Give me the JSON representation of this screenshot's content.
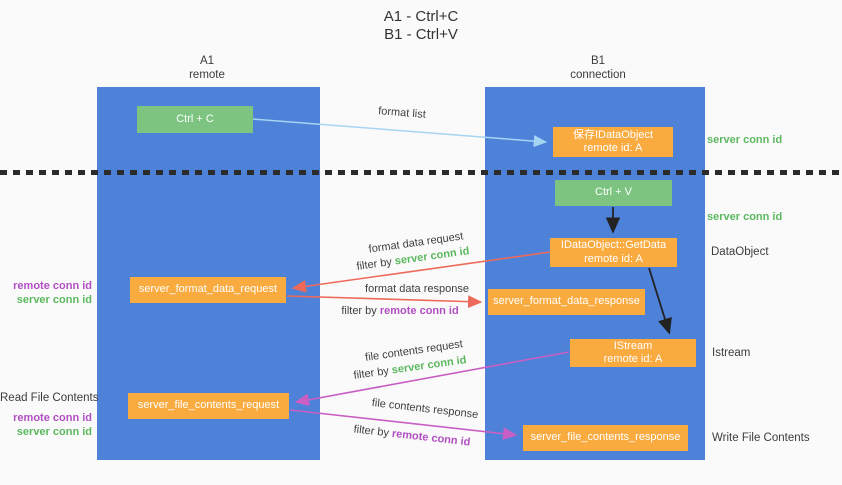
{
  "title": {
    "line1": "A1 - Ctrl+C",
    "line2": "B1 - Ctrl+V"
  },
  "lifelines": {
    "a1": {
      "name": "A1",
      "role": "remote"
    },
    "b1": {
      "name": "B1",
      "role": "connection"
    }
  },
  "nodes": {
    "ctrl_c": {
      "label": "Ctrl + C"
    },
    "ctrl_v": {
      "label": "Ctrl + V"
    },
    "save_idataobject": {
      "line1": "保存IDataObject",
      "line2": "remote id: A"
    },
    "idataobject_getdata": {
      "line1": "IDataObject::GetData",
      "line2": "remote id: A"
    },
    "istream": {
      "line1": "IStream",
      "line2": "remote id: A"
    },
    "server_format_data_request": {
      "label": "server_format_data_request"
    },
    "server_format_data_response": {
      "label": "server_format_data_response"
    },
    "server_file_contents_request": {
      "label": "server_file_contents_request"
    },
    "server_file_contents_response": {
      "label": "server_file_contents_response"
    }
  },
  "arrow_labels": {
    "format_list": "format list",
    "format_data_request": "format data request",
    "format_data_response": "format data response",
    "file_contents_request": "file contents request",
    "file_contents_response": "file contents response",
    "filter_by": "filter by",
    "server_conn_id": "server conn id",
    "remote_conn_id": "remote conn id"
  },
  "side_labels": {
    "server_conn_id_top": "server conn id",
    "server_conn_id_mid": "server conn id",
    "dataobject": "DataObject",
    "istream": "Istream",
    "write_file_contents": "Write File Contents",
    "read_file_contents": "Read File Contents",
    "remote_conn_id_1": "remote conn id",
    "server_conn_id_1": "server conn id",
    "remote_conn_id_2": "remote conn id",
    "server_conn_id_2": "server conn id"
  },
  "colors": {
    "column_blue": "#4d82d8",
    "node_green": "#7cc47f",
    "node_orange": "#f9ab40",
    "arrow_red": "#ed6a5a",
    "arrow_magenta": "#c95fc5",
    "arrow_lightblue": "#a5d5f2",
    "text_green": "#5cb85f",
    "text_purple": "#b14fc2",
    "text_dark": "#3c3c3c"
  }
}
